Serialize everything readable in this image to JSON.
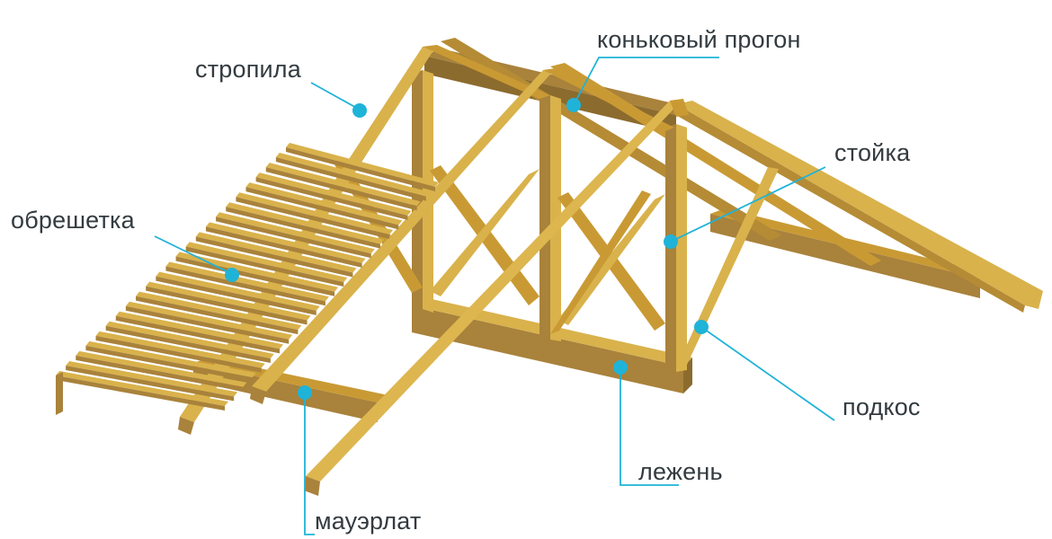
{
  "labels": {
    "rafters": "стропила",
    "ridge_purlin": "коньковый прогон",
    "post": "стойка",
    "battens": "обрешетка",
    "strut": "подкос",
    "sill_beam": "лежень",
    "wall_plate": "мауэрлат"
  },
  "colors": {
    "wood_top": "#D9B24C",
    "wood_front": "#C99A34",
    "wood_dark": "#A9823B",
    "wood_shadow": "#8C6B2E",
    "leader_line": "#1FB3D8",
    "label_text": "#333B40"
  }
}
